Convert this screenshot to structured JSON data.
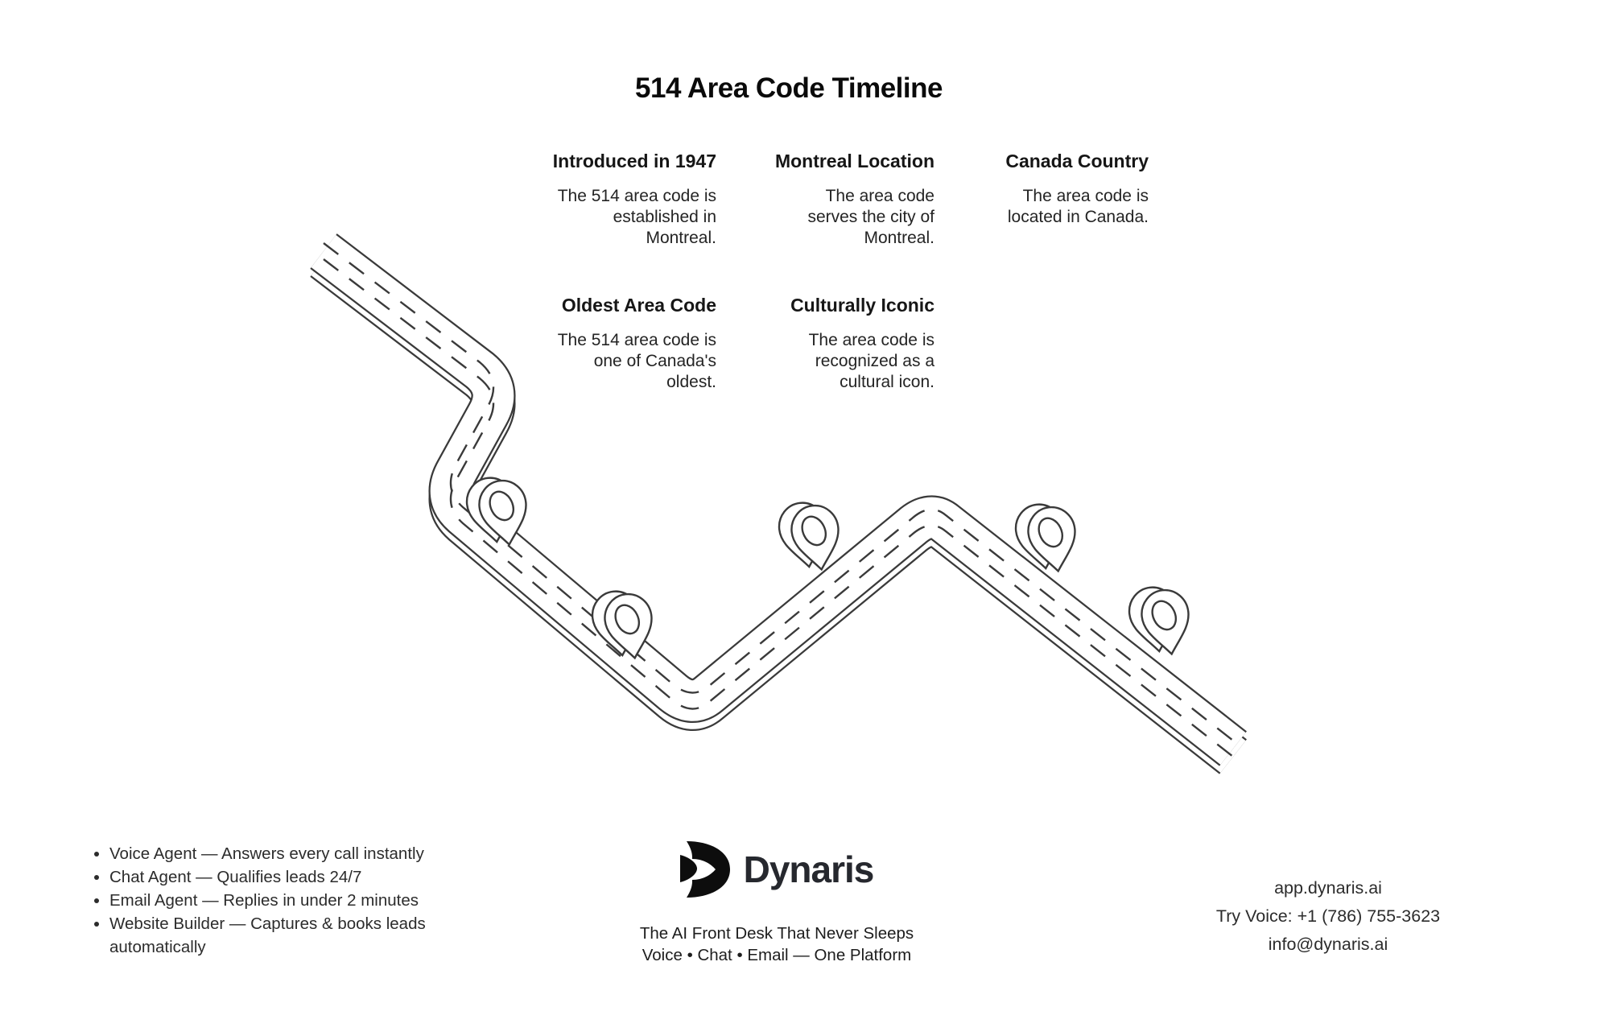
{
  "page": {
    "title": "514 Area Code Timeline",
    "background": "#ffffff",
    "line_color": "#3a3a3a"
  },
  "timeline": {
    "pin_count": 5,
    "cards": [
      {
        "title": "Introduced in 1947",
        "body": "The 514 area code is\nestablished in\nMontreal."
      },
      {
        "title": "Montreal Location",
        "body": "The area code\nserves the city of\nMontreal."
      },
      {
        "title": "Canada Country",
        "body": "The area code is\nlocated in Canada."
      },
      {
        "title": "Oldest Area Code",
        "body": "The 514 area code is\none of Canada's\noldest."
      },
      {
        "title": "Culturally Iconic",
        "body": "The area code is\nrecognized as a\ncultural icon."
      }
    ]
  },
  "footer": {
    "features": [
      "Voice Agent — Answers every call instantly",
      "Chat Agent — Qualifies leads 24/7",
      "Email Agent — Replies in under 2 minutes",
      "Website Builder — Captures & books leads\nautomatically"
    ],
    "brand": {
      "name": "Dynaris",
      "tagline1": "The AI Front Desk That Never Sleeps",
      "tagline2": "Voice • Chat • Email — One Platform"
    },
    "contact": {
      "web": "app.dynaris.ai",
      "phone": "Try Voice: +1 (786) 755-3623",
      "email": "info@dynaris.ai"
    }
  }
}
